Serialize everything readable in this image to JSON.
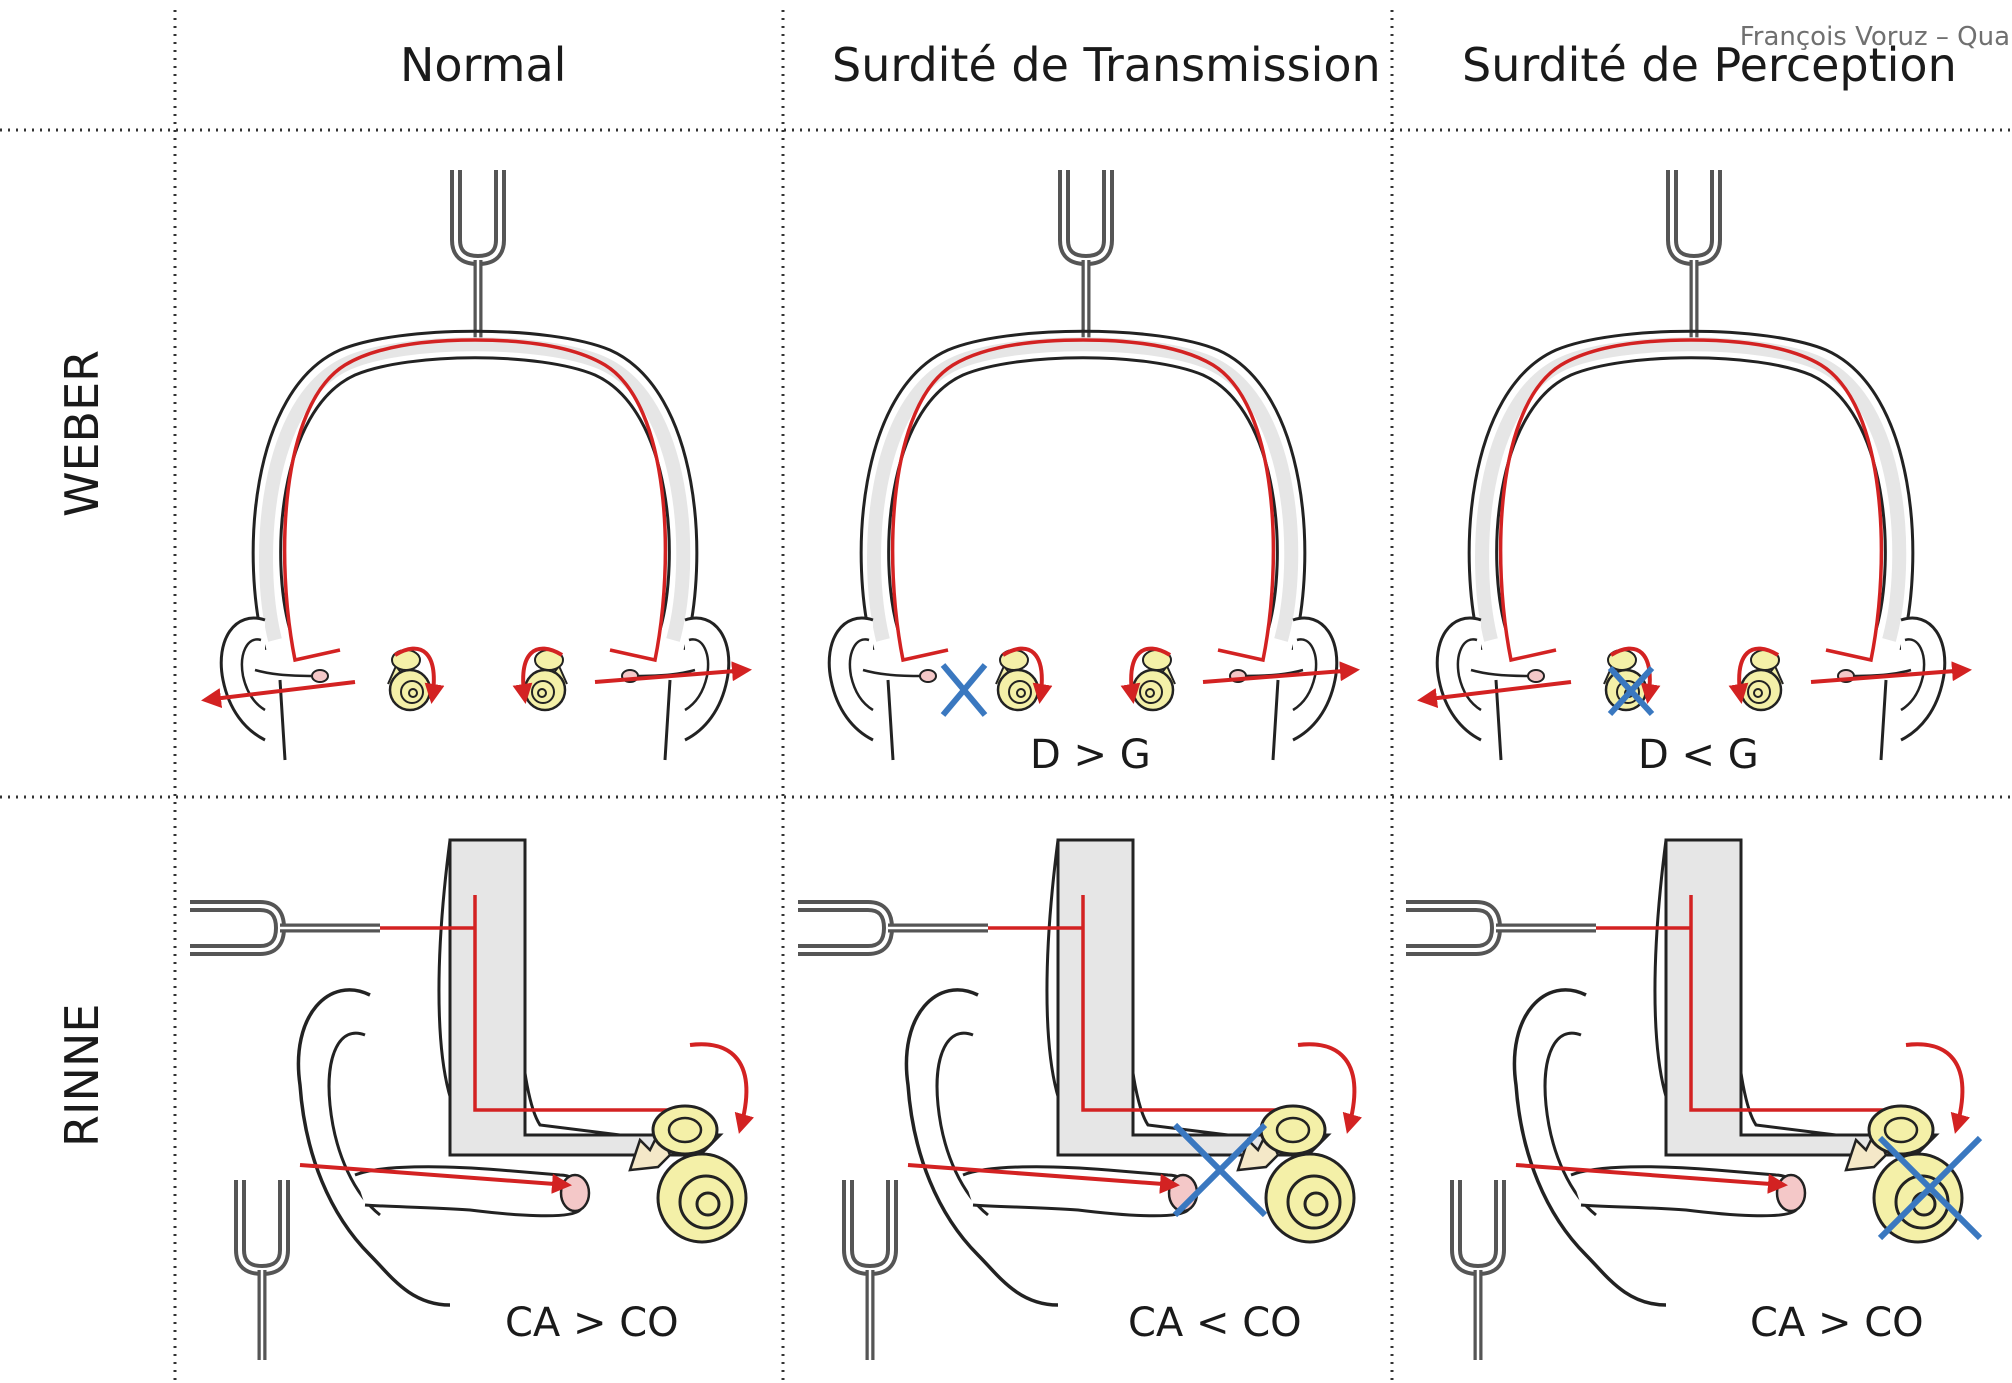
{
  "credit": "François Voruz – Qua",
  "columns": [
    "Normal",
    "Surdité de Transmission",
    "Surdité de Perception"
  ],
  "rows": [
    "WEBER",
    "RINNE"
  ],
  "weber": {
    "results": [
      "",
      "D > G",
      "D < G"
    ]
  },
  "rinne": {
    "results": [
      "CA > CO",
      "CA < CO",
      "CA > CO"
    ]
  },
  "colors": {
    "sound_path": "#d32222",
    "block_mark": "#3a78c0",
    "inner_ear": "#f4f0a8",
    "skull_band": "#e6e6e6",
    "fork": "#555555"
  }
}
